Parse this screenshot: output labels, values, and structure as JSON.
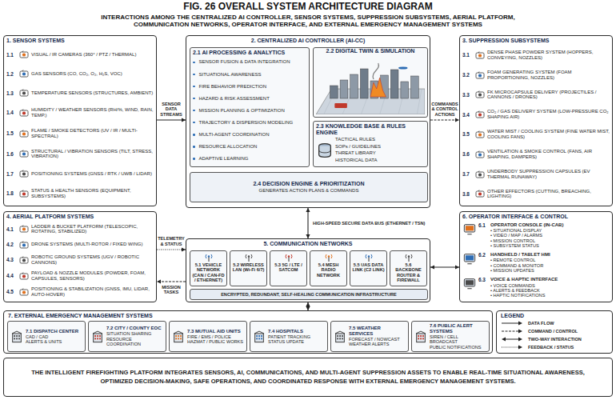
{
  "diagram": {
    "title": "FIG. 26 OVERALL SYSTEM ARCHITECTURE DIAGRAM",
    "caption": "THE INTELLIGENT FIREFIGHTING PLATFORM INTEGRATES SENSORS, AI, COMMUNICATIONS, AND MULTI-AGENT SUPPRESSION ASSETS TO ENABLE REAL-TIME SITUATIONAL AWARENESS, OPTIMIZED DECISION-MAKING, SAFE OPERATIONS, AND COORDINATED RESPONSE WITH EXTERNAL EMERGENCY MANAGEMENT SYSTEMS.",
    "nodes": [
      {
        "text": [
          "1. SENSOR SYSTEMS",
          "1.1",
          "VISUAL / IR CAMERAS (360° / PTZ / THERMAL)",
          "1.2",
          "GAS SENSORS (CO, CO₂, O₂, H₂S, VOC)",
          "1.3",
          "TEMPERATURE SENSORS (STRUCTURES, AMBIENT)",
          "1.4",
          "HUMIDITY / WEATHER SENSORS (RH/%, WIND, RAIN, TEMP.)",
          "1.5",
          "FLAME / SMOKE DETECTORS (UV / IR / MULTI-SPECTRAL)",
          "1.6",
          "STRUCTURAL / VIBRATION SENSORS (TILT, STRESS, VIBRATION)",
          "1.7",
          "POSITIONING SYSTEMS (GNSS / RTK / UWB / LIDAR)",
          "1.8",
          "STATUS & HEALTH SENSORS (EQUIPMENT, SUBSYSTEMS)"
        ]
      },
      {
        "text": [
          "2. CENTRALIZED AI CONTROLLER (AI-CC)"
        ]
      },
      {
        "text": [
          "2.1 AI PROCESSING & ANALYTICS",
          "SENSOR FUSION & DATA INTEGRATION",
          "SITUATIONAL AWARENESS",
          "FIRE BEHAVIOR PREDICTION",
          "HAZARD & RISK ASSESSMENT",
          "MISSION PLANNING & OPTIMIZATION",
          "TRAJECTORY & DISPERSION MODELING",
          "MULTI-AGENT COORDINATION",
          "RESOURCE ALLOCATION",
          "ADAPTIVE LEARNING"
        ],
        "in": 1
      },
      {
        "text": [
          "2.2 DIGITAL TWIN & SIMULATION"
        ],
        "in": 1
      },
      {
        "text": [
          "2.3 KNOWLEDGE BASE & RULES ENGINE",
          "TACTICAL RULES",
          "SOPs / GUIDELINES",
          "THREAT LIBRARY",
          "HISTORICAL DATA"
        ],
        "in": 1
      },
      {
        "text": [
          "2.4 DECISION ENGINE & PRIORITIZATION",
          "GENERATES ACTION PLANS & COMMANDS"
        ],
        "in": 1
      },
      {
        "text": [
          "3. SUPPRESSION SUBSYSTEMS",
          "3.1",
          "DENSE PHASE POWDER SYSTEM (HOPPERS, CONVEYING, NOZZLES)",
          "3.2",
          "FOAM GENERATING SYSTEM (FOAM PROPORTIONING, NOZZLES)",
          "3.3",
          "FK MICROCAPSULE DELIVERY (PROJECTILES / CANNONS / DRONES)",
          "3.4",
          "CO₂ / GAS DELIVERY SYSTEM (LOW-PRESSURE CO₂ SHAPING AIR)",
          "3.5",
          "WATER MIST / COOLING SYSTEM (FINE WATER MIST, COOLING FANS)",
          "3.6",
          "VENTILATION & SMOKE CONTROL (FANS, AIR SHAPING, DAMPERS)",
          "3.7",
          "UNDERBODY SUPPRESSION CAPSULES (EV THERMAL RUNAWAY)",
          "3.8",
          "OTHER EFFECTORS (CUTTING, BREACHING, LIGHTING)"
        ]
      },
      {
        "text": [
          "4. AERIAL PLATFORM SYSTEMS",
          "4.1",
          "LADDER & BUCKET PLATFORM (TELESCOPIC, ROTATING, STABILIZED)",
          "4.2",
          "DRONE SYSTEMS (MULTI-ROTOR / FIXED WING)",
          "4.3",
          "ROBOTIC GROUND SYSTEMS (UGV / ROBOTIC CANNONS)",
          "4.4",
          "PAYLOAD & NOZZLE MODULES (POWDER, FOAM, CAPSULES, SENSORS)",
          "4.5",
          "POSITIONING & STABILIZATION (GNSS, IMU, LIDAR, AUTO-HOVER)"
        ]
      },
      {
        "text": [
          "5. COMMUNICATION NETWORKS"
        ]
      },
      {
        "text": [
          "5.1 VEHICLE NETWORK (CAN / CAN-FD / ETHERNET)"
        ],
        "in": 8
      },
      {
        "text": [
          "5.2 WIRELESS LAN (Wi-Fi 6/7)"
        ],
        "in": 8
      },
      {
        "text": [
          "5.3 5G / LTE / SATCOM"
        ],
        "in": 8
      },
      {
        "text": [
          "5.4 MESH RADIO NETWORK"
        ],
        "in": 8
      },
      {
        "text": [
          "5.5 UAS DATA LINK (C2 LINK)"
        ],
        "in": 8
      },
      {
        "text": [
          "5.6 BACKBONE ROUTER & FIREWALL"
        ],
        "in": 8
      },
      {
        "text": [
          "ENCRYPTED, REDUNDANT, SELF-HEALING COMMUNICATION INFRASTRUCTURE"
        ],
        "in": 8
      },
      {
        "text": [
          "6. OPERATOR INTERFACE & CONTROL",
          "6.1",
          "OPERATOR CONSOLE (IN-CAB)",
          "• SITUATIONAL DISPLAY",
          "• VIDEO / MAP / ALARMS",
          "• MISSION CONTROL",
          "• SUBSYSTEM STATUS",
          "6.2",
          "HANDHELD / TABLET HMI",
          "• REMOTE CONTROL",
          "• COMMAND & MONITOR",
          "• MISSION UPDATES",
          "6.3",
          "VOICE & HAPTIC INTERFACE",
          "• VOICE COMMANDS",
          "• ALERTS & FEEDBACK",
          "• HAPTIC NOTIFICATIONS"
        ]
      },
      {
        "text": [
          "7. EXTERNAL EMERGENCY MANAGEMENT SYSTEMS"
        ]
      },
      {
        "text": [
          "7.1 DISPATCH CENTER",
          "CAD / CAD",
          "ALERTS & UNITS"
        ],
        "in": 17
      },
      {
        "text": [
          "7.2 CITY / COUNTY EOC",
          "SITUATION SHARING",
          "RESOURCE COORDINATION"
        ],
        "in": 17
      },
      {
        "text": [
          "7.3 MUTUAL AID UNITS",
          "FIRE / EMS / POLICE",
          "HAZMAT / PUBLIC WORKS"
        ],
        "in": 17
      },
      {
        "text": [
          "7.4 HOSPITALS",
          "PATIENT TRACKING",
          "STATUS UPDATE"
        ],
        "in": 17
      },
      {
        "text": [
          "7.5 WEATHER SERVICES",
          "FORECAST / NOWCAST",
          "WEATHER ALERTS"
        ],
        "in": 17
      },
      {
        "text": [
          "7.6 PUBLIC ALERT SYSTEMS",
          "SIREN / CELL BROADCAST",
          "PUBLIC NOTIFICATIONS"
        ],
        "in": 17
      }
    ],
    "edges": [
      {
        "from": 0,
        "to": 1,
        "label": "SENSOR DATA STREAMS",
        "arrow": "to"
      },
      {
        "from": 1,
        "to": 6,
        "label": "COMMANDS & CONTROL ACTIONS",
        "arrow": "to"
      },
      {
        "from": 1,
        "to": 8,
        "label": "HIGH-SPEED SECURE DATA BUS (ETHERNET / TSN)",
        "arrow": "both"
      },
      {
        "from": 7,
        "to": 8,
        "label": "TELEMETRY & STATUS",
        "arrow": "to"
      },
      {
        "from": 8,
        "to": 7,
        "label": "MISSION TASKS",
        "arrow": "to"
      },
      {
        "from": 8,
        "to": 16,
        "arrow": "both"
      },
      {
        "from": 8,
        "to": 17,
        "arrow": "both"
      }
    ],
    "labels": [
      "INTERACTIONS AMONG THE CENTRALIZED AI CONTROLLER, SENSOR SYSTEMS, SUPPRESSION SUBSYSTEMS, AERIAL PLATFORM, COMMUNICATION NETWORKS, OPERATOR INTERFACE, AND EXTERNAL EMERGENCY MANAGEMENT SYSTEMS",
      "LEGEND"
    ],
    "legend": [
      {
        "text": "DATA FLOW"
      },
      {
        "text": "COMMAND / CONTROL"
      },
      {
        "text": "TWO-WAY INTERACTION"
      },
      {
        "text": "FEEDBACK / STATUS"
      }
    ]
  }
}
